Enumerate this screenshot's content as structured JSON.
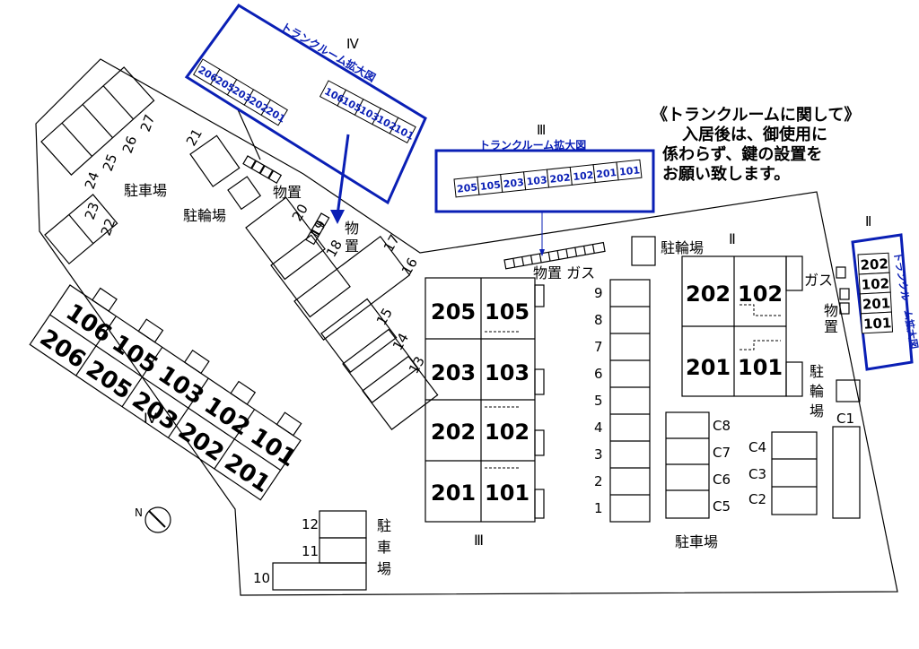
{
  "notice": {
    "title": "《トランクルームに関して》",
    "lines": [
      "入居後は、御使用に",
      "係わらず、鍵の設置を",
      "お願い致します。"
    ]
  },
  "callouts": {
    "trunk_room_label": "トランクルーム拡大図",
    "building_iv_units": [
      "206",
      "205",
      "203",
      "202",
      "201"
    ],
    "building_iv_units_b": [
      "106",
      "105",
      "103",
      "102",
      "101"
    ],
    "building_iii_units": [
      "205",
      "105",
      "203",
      "103",
      "202",
      "102",
      "201",
      "101"
    ],
    "building_ii_units": [
      "202",
      "102",
      "201",
      "101"
    ]
  },
  "buildings": {
    "iv": {
      "roman": "Ⅳ",
      "front": [
        "206",
        "205",
        "203",
        "202",
        "201"
      ],
      "back": [
        "106",
        "105",
        "103",
        "102",
        "101"
      ]
    },
    "iii": {
      "roman": "Ⅲ",
      "left": [
        "205",
        "203",
        "202",
        "201"
      ],
      "right": [
        "105",
        "103",
        "102",
        "101"
      ]
    },
    "ii": {
      "roman": "Ⅱ",
      "units": [
        "202",
        "102",
        "201",
        "101"
      ]
    }
  },
  "labels": {
    "parking": "駐車場",
    "bike_parking": "駐輪場",
    "storage": "物置",
    "gas": "ガス",
    "storage_gas": "物置 ガス",
    "parking_v": [
      "駐",
      "車",
      "場"
    ],
    "bike_v": [
      "駐",
      "輪",
      "場"
    ],
    "storage_v": [
      "物",
      "置"
    ]
  },
  "parking_numbers": {
    "diagonal_top": [
      "24",
      "25",
      "26",
      "27"
    ],
    "left_pair": [
      "23",
      "22"
    ],
    "single": "21",
    "row_mid": [
      "20",
      "19",
      "18",
      "17",
      "16",
      "15",
      "14",
      "13"
    ],
    "bottom_stack": [
      "12",
      "11",
      "10"
    ],
    "right_column": [
      "9",
      "8",
      "7",
      "6",
      "5",
      "4",
      "3",
      "2",
      "1"
    ],
    "c_left": [
      "C8",
      "C7",
      "C6",
      "C5"
    ],
    "c_right": [
      "C4",
      "C3",
      "C2"
    ],
    "c_single": "C1"
  },
  "compass": {
    "label": "N"
  }
}
